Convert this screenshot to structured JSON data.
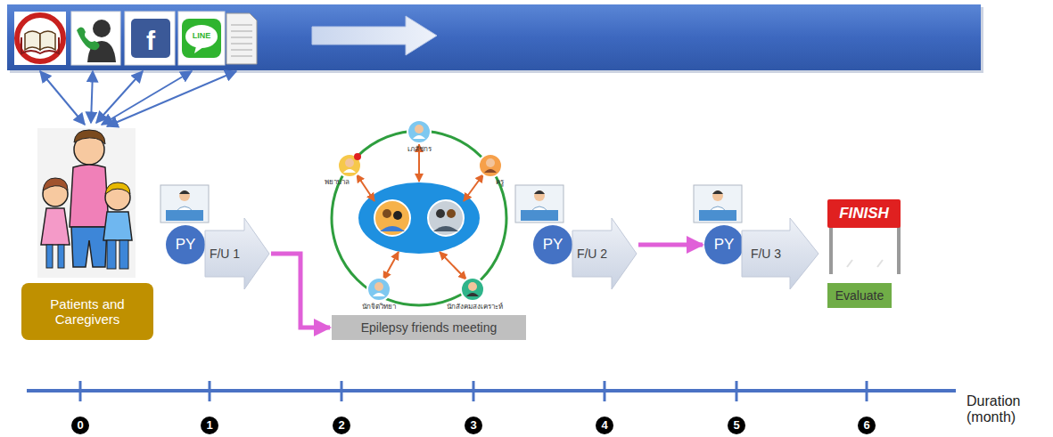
{
  "diagram": {
    "nodes": [
      {
        "text": [
          "Patients and Caregivers"
        ]
      },
      {
        "text": [
          "PY"
        ]
      },
      {
        "text": [
          "F/U 1"
        ]
      },
      {
        "text": [
          "Epilepsy friends meeting"
        ]
      },
      {
        "text": [
          "PY"
        ]
      },
      {
        "text": [
          "F/U 2"
        ]
      },
      {
        "text": [
          "PY"
        ]
      },
      {
        "text": [
          "F/U 3"
        ]
      },
      {
        "text": [
          "FINISH"
        ]
      },
      {
        "text": [
          "Evaluate"
        ]
      }
    ],
    "edges": [
      {
        "from": 2,
        "to": 3,
        "arrow": "to"
      },
      {
        "from": 5,
        "to": 6,
        "arrow": "to"
      }
    ],
    "labels": [
      "f",
      "LINE",
      "พยาบาล",
      "เภสัชกร",
      "ครู",
      "นักจิตวิทยา",
      "นักสังคมสงเคราะห์",
      "0",
      "1",
      "2",
      "3",
      "4",
      "5",
      "6",
      "Duration (month)"
    ]
  }
}
